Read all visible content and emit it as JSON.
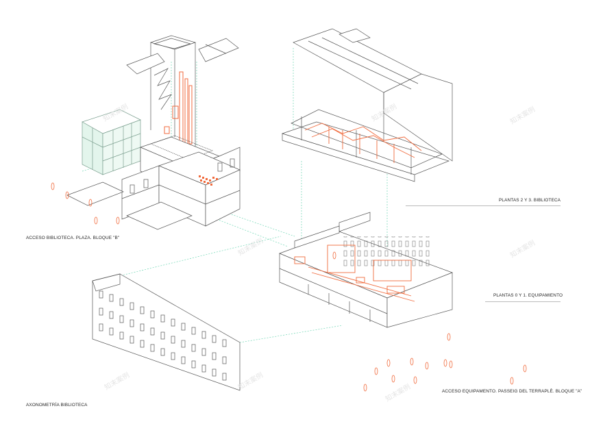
{
  "labels": {
    "plantas_23": "PLANTAS 2 Y 3. BIBLIOTECA",
    "plantas_01": "PLANTAS 0 Y 1. EQUIPAMIENTO",
    "acceso_biblioteca": "ACCESO BIBLIOTECA. PLAZA. BLOQUE \"B\"",
    "acceso_equipamiento": "ACCESO EQUIPAMENTO. PASSEIG DEL TERRAPLÈ. BLOQUE \"A\"",
    "axonometria": "AXONOMETRÍA BIBLIOTECA"
  },
  "watermark": "知末案例",
  "colors": {
    "line": "#555555",
    "accent": "#f06a3c",
    "guide": "#6fd6b4",
    "ground": "#ffffff"
  }
}
